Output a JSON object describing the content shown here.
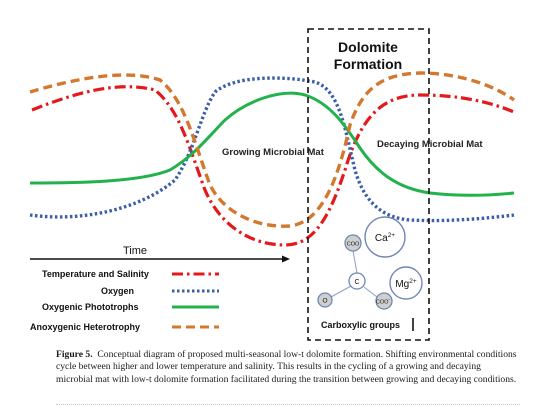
{
  "diagram": {
    "box_title_line1": "Dolomite",
    "box_title_line2": "Formation",
    "growing_label": "Growing Microbial Mat",
    "decaying_label": "Decaying Microbial Mat",
    "time_label": "Time",
    "legend": [
      {
        "label": "Temperature and Salinity",
        "color": "#e3191c",
        "style": "dash-dot"
      },
      {
        "label": "Oxygen",
        "color": "#3b5ea8",
        "style": "dotted"
      },
      {
        "label": "Oxygenic Phototrophs",
        "color": "#22b24c",
        "style": "solid"
      },
      {
        "label": "Anoxygenic Heterotrophy",
        "color": "#d2782f",
        "style": "dashed"
      }
    ],
    "molecule": {
      "ca": "Ca",
      "ca_charge": "2+",
      "mg": "Mg",
      "mg_charge": "2+",
      "center": "C",
      "coo_top": "COO",
      "coo_right": "COO",
      "coo_right_charge": "-",
      "o_left": "O",
      "groups_label": "Carboxylic groups"
    }
  },
  "caption": {
    "figure_label": "Figure 5.",
    "text": "Conceptual diagram of proposed multi-seasonal low-t dolomite formation. Shifting environmental conditions cycle between higher and lower temperature and salinity. This results in the cycling of a growing and decaying microbial mat with low-t dolomite formation facilitated during the transition between growing and decaying conditions."
  }
}
